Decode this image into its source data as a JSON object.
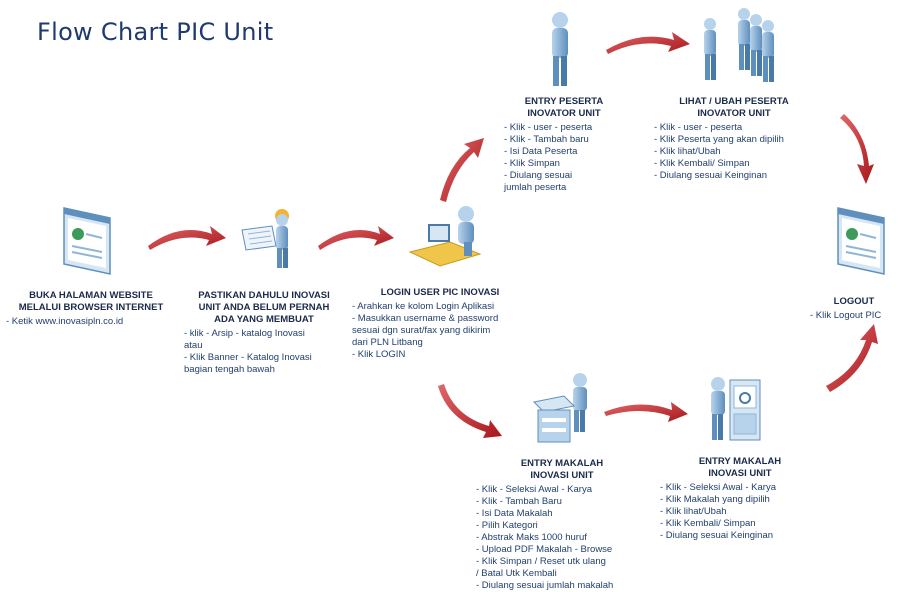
{
  "title": "Flow Chart PIC Unit",
  "colors": {
    "arrow": "#a8161b",
    "arrow_light": "#e0686a",
    "figure": "#8fb6d8",
    "figure_dark": "#4a7aa8",
    "accent": "#f2b431"
  },
  "nodes": {
    "buka": {
      "icon": "browser-window-icon",
      "title": "BUKA HALAMAN WEBSITE\nMELALUI BROWSER INTERNET",
      "steps": [
        "- Ketik www.inovasipln.co.id"
      ]
    },
    "pastikan": {
      "icon": "worker-reading-plan-icon",
      "title": "PASTIKAN DAHULU INOVASI\nUNIT ANDA BELUM PERNAH\nADA YANG MEMBUAT",
      "steps": [
        "- klik - Arsip  - katalog Inovasi\n               atau",
        "- Klik Banner - Katalog Inovasi\n  bagian tengah bawah"
      ]
    },
    "login": {
      "icon": "user-at-computer-icon",
      "title": "LOGIN USER PIC INOVASI",
      "steps": [
        "- Arahkan ke kolom Login Aplikasi",
        "- Masukkan username & password\n  sesuai dgn surat/fax yang dikirim\n  dari PLN Litbang",
        "- Klik LOGIN"
      ]
    },
    "entry_peserta": {
      "icon": "single-person-icon",
      "title": "ENTRY PESERTA\nINOVATOR UNIT",
      "steps": [
        "- Klik - user - peserta",
        "- Klik - Tambah baru",
        "- Isi Data Peserta",
        "- Klik Simpan",
        "- Diulang sesuai\n  jumlah peserta"
      ]
    },
    "lihat_peserta": {
      "icon": "group-of-people-icon",
      "title": "LIHAT / UBAH PESERTA\nINOVATOR UNIT",
      "steps": [
        "- Klik - user - peserta",
        "- Klik Peserta yang akan dipilih",
        "- Klik lihat/Ubah",
        "- Klik Kembali/ Simpan",
        "- Diulang sesuai Keinginan"
      ]
    },
    "logout": {
      "icon": "browser-window-icon",
      "title": "LOGOUT",
      "steps": [
        "- Klik Logout PIC"
      ]
    },
    "entry_makalah": {
      "icon": "person-at-printer-icon",
      "title": "ENTRY MAKALAH\nINOVASI UNIT",
      "steps": [
        "- Klik - Seleksi Awal - Karya",
        "- Klik - Tambah Baru",
        "- Isi Data Makalah",
        "- Pilih Kategori",
        "- Abstrak Maks 1000 huruf",
        "- Upload PDF Makalah - Browse",
        "- Klik Simpan / Reset utk ulang\n  / Batal Utk Kembali",
        "- Diulang sesuai jumlah makalah"
      ]
    },
    "entry_makalah_2": {
      "icon": "person-at-cabinet-icon",
      "title": "ENTRY MAKALAH\nINOVASI UNIT",
      "steps": [
        "- Klik - Seleksi Awal - Karya",
        "- Klik Makalah yang dipilih",
        "- Klik lihat/Ubah",
        "- Klik Kembali/ Simpan",
        "- Diulang sesuai Keinginan"
      ]
    }
  }
}
